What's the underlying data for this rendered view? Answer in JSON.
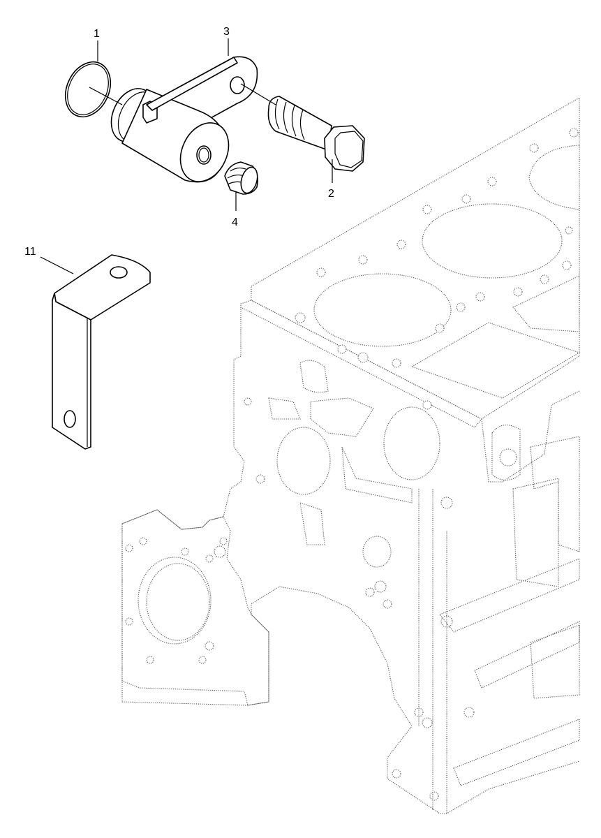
{
  "callouts": [
    {
      "id": "1",
      "label": "1"
    },
    {
      "id": "3",
      "label": "3"
    },
    {
      "id": "2",
      "label": "2"
    },
    {
      "id": "4",
      "label": "4"
    },
    {
      "id": "11",
      "label": "11"
    }
  ],
  "colors": {
    "line": "#000000",
    "block_line": "#555555",
    "background": "#ffffff"
  }
}
